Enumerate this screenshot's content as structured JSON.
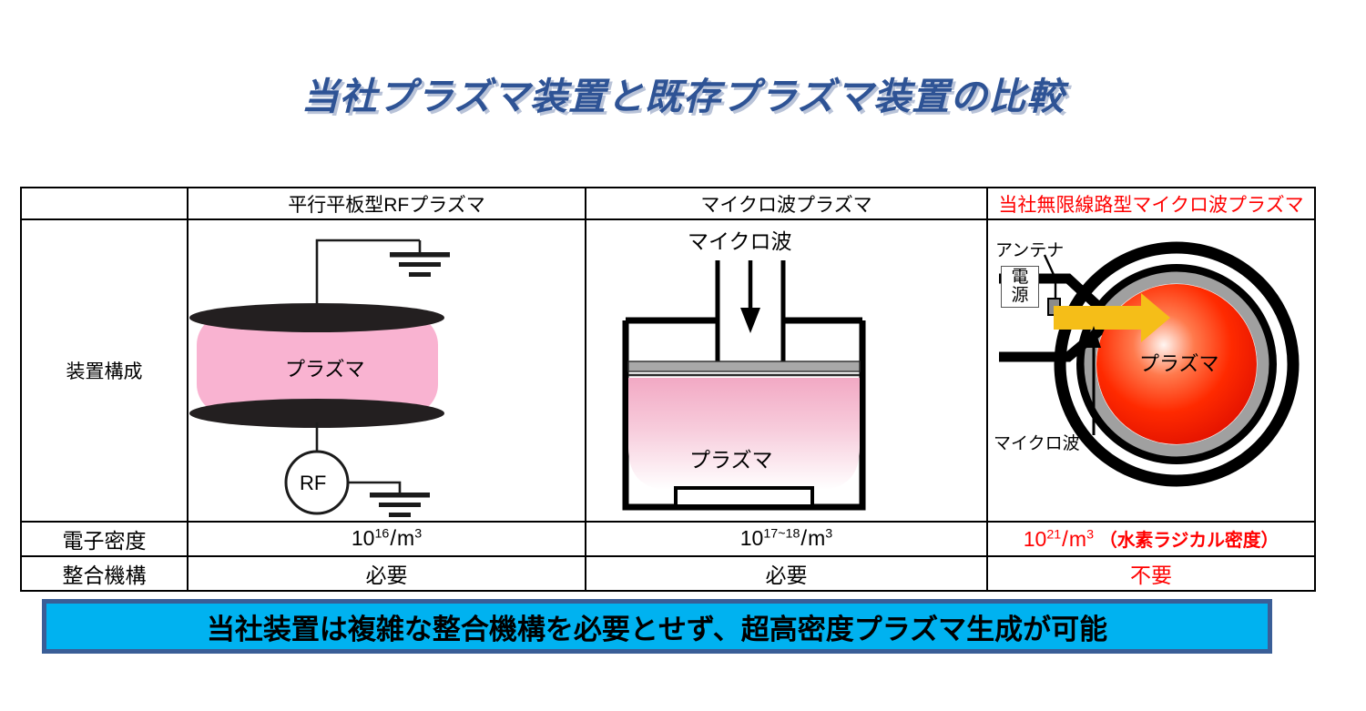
{
  "title": "当社プラズマ装置と既存プラズマ装置の比較",
  "table": {
    "headers": {
      "corner": "",
      "col_a": "平行平板型RFプラズマ",
      "col_b": "マイクロ波プラズマ",
      "col_c": "当社無限線路型マイクロ波プラズマ"
    },
    "rows": {
      "structure": {
        "label": "装置構成"
      },
      "density": {
        "label": "電子密度",
        "col_a": {
          "base": "10",
          "exponent": "16",
          "unit_base": "m",
          "unit_exp": "3",
          "slash": "/"
        },
        "col_b": {
          "base": "10",
          "exponent": "17~18",
          "unit_base": "m",
          "unit_exp": "3",
          "slash": "/"
        },
        "col_c": {
          "base": "10",
          "exponent": "21",
          "unit_base": "m",
          "unit_exp": "3",
          "slash": "/",
          "note": "（水素ラジカル密度）"
        }
      },
      "matching": {
        "label": "整合機構",
        "col_a": "必要",
        "col_b": "必要",
        "col_c": "不要"
      }
    }
  },
  "diagrams": {
    "rf": {
      "plasma_label": "プラズマ",
      "source_label": "RF"
    },
    "microwave": {
      "top_label": "マイクロ波",
      "plasma_label": "プラズマ"
    },
    "endless_line": {
      "antenna_label": "アンテナ",
      "power_supply_label_line1": "電",
      "power_supply_label_line2": "源",
      "microwave_label": "マイクロ波",
      "plasma_label": "プラズマ"
    }
  },
  "banner": {
    "text": "当社装置は複雑な整合機構を必要とせず、超高密度プラズマ生成が可能"
  },
  "colors": {
    "title_blue": "#2E5395",
    "accent_red": "#FF0000",
    "plasma_pink": "#F9B3D1",
    "plasma_red": "#FF2A00",
    "arrow_yellow": "#F5BE18",
    "banner_fill": "#00B2F0",
    "banner_border": "#3A5E97"
  }
}
